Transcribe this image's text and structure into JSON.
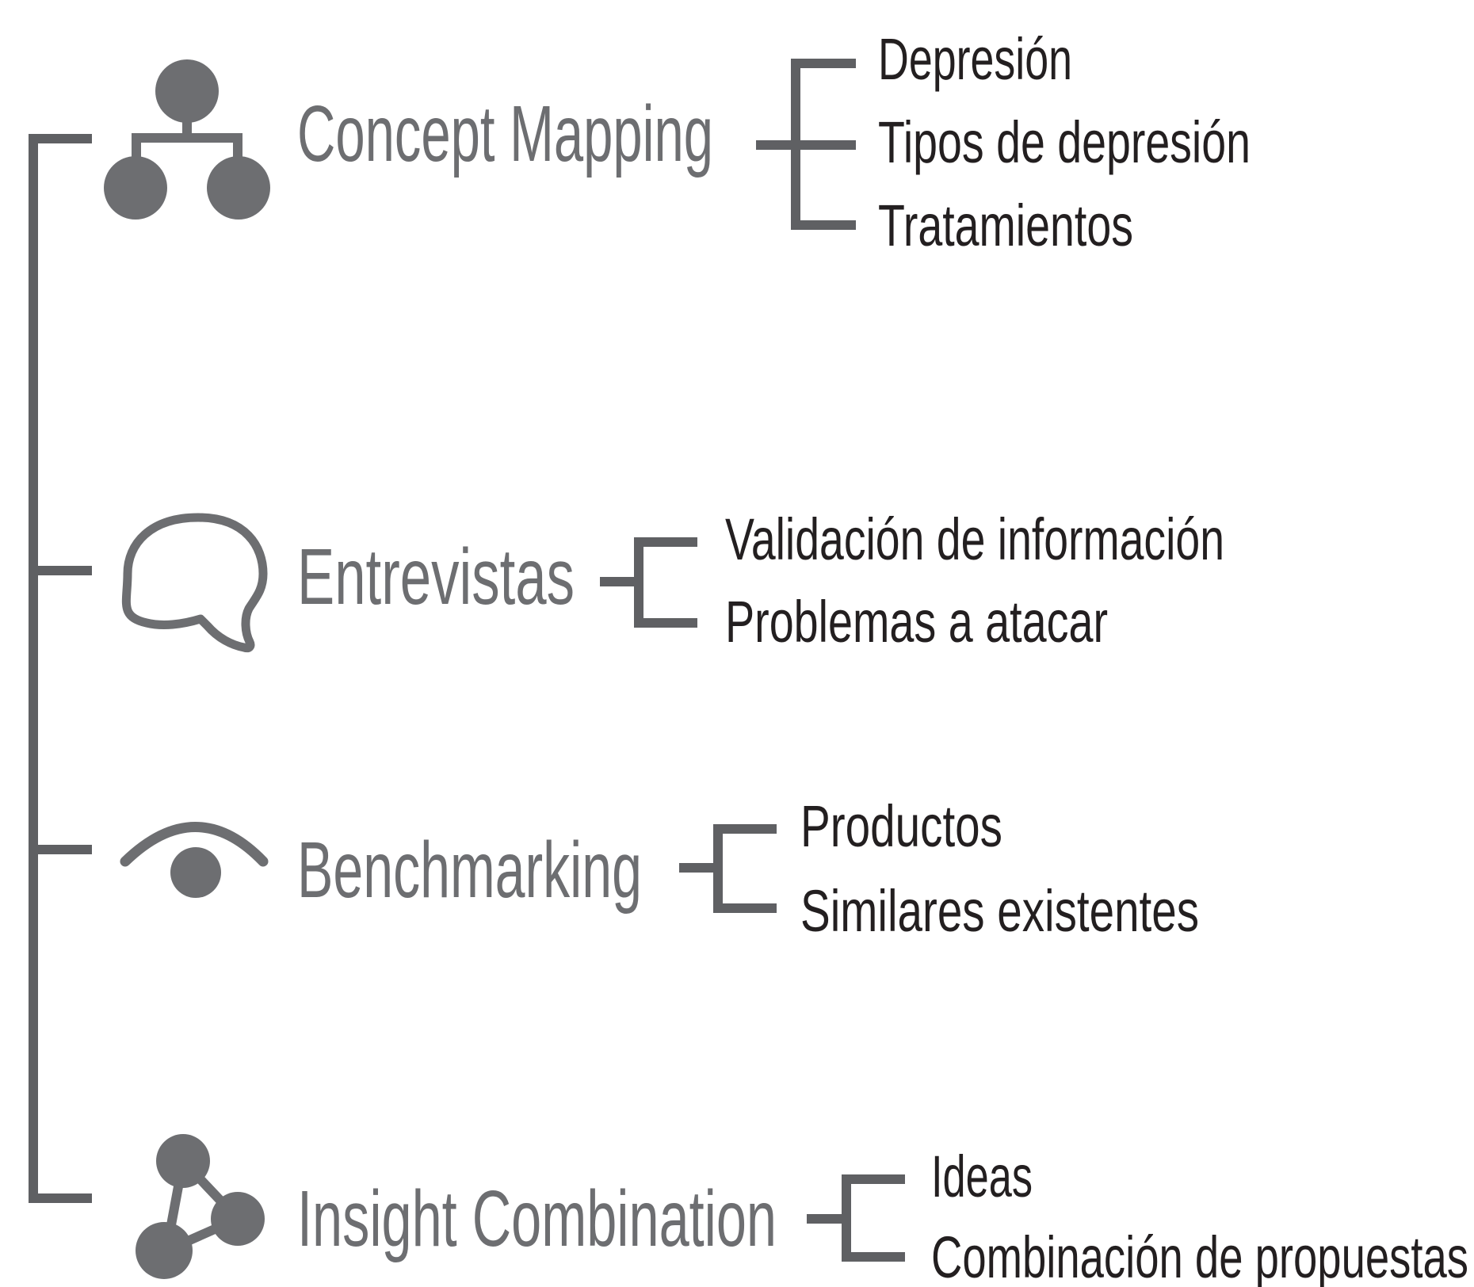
{
  "methods": [
    {
      "label": "Concept Mapping",
      "icon": "hierarchy-icon",
      "items": [
        "Depresión",
        "Tipos de depresión",
        "Tratamientos"
      ]
    },
    {
      "label": "Entrevistas",
      "icon": "speech-bubble-icon",
      "items": [
        "Validación de información",
        "Problemas a atacar"
      ]
    },
    {
      "label": "Benchmarking",
      "icon": "eye-icon",
      "items": [
        "Productos",
        "Similares existentes"
      ]
    },
    {
      "label": "Insight Combination",
      "icon": "network-icon",
      "items": [
        "Ideas",
        "Combinación de propuestas"
      ]
    }
  ],
  "colors": {
    "method_text": "#6d6e71",
    "item_text": "#231f20",
    "lines": "#5f6063",
    "icons": "#6d6e71"
  }
}
